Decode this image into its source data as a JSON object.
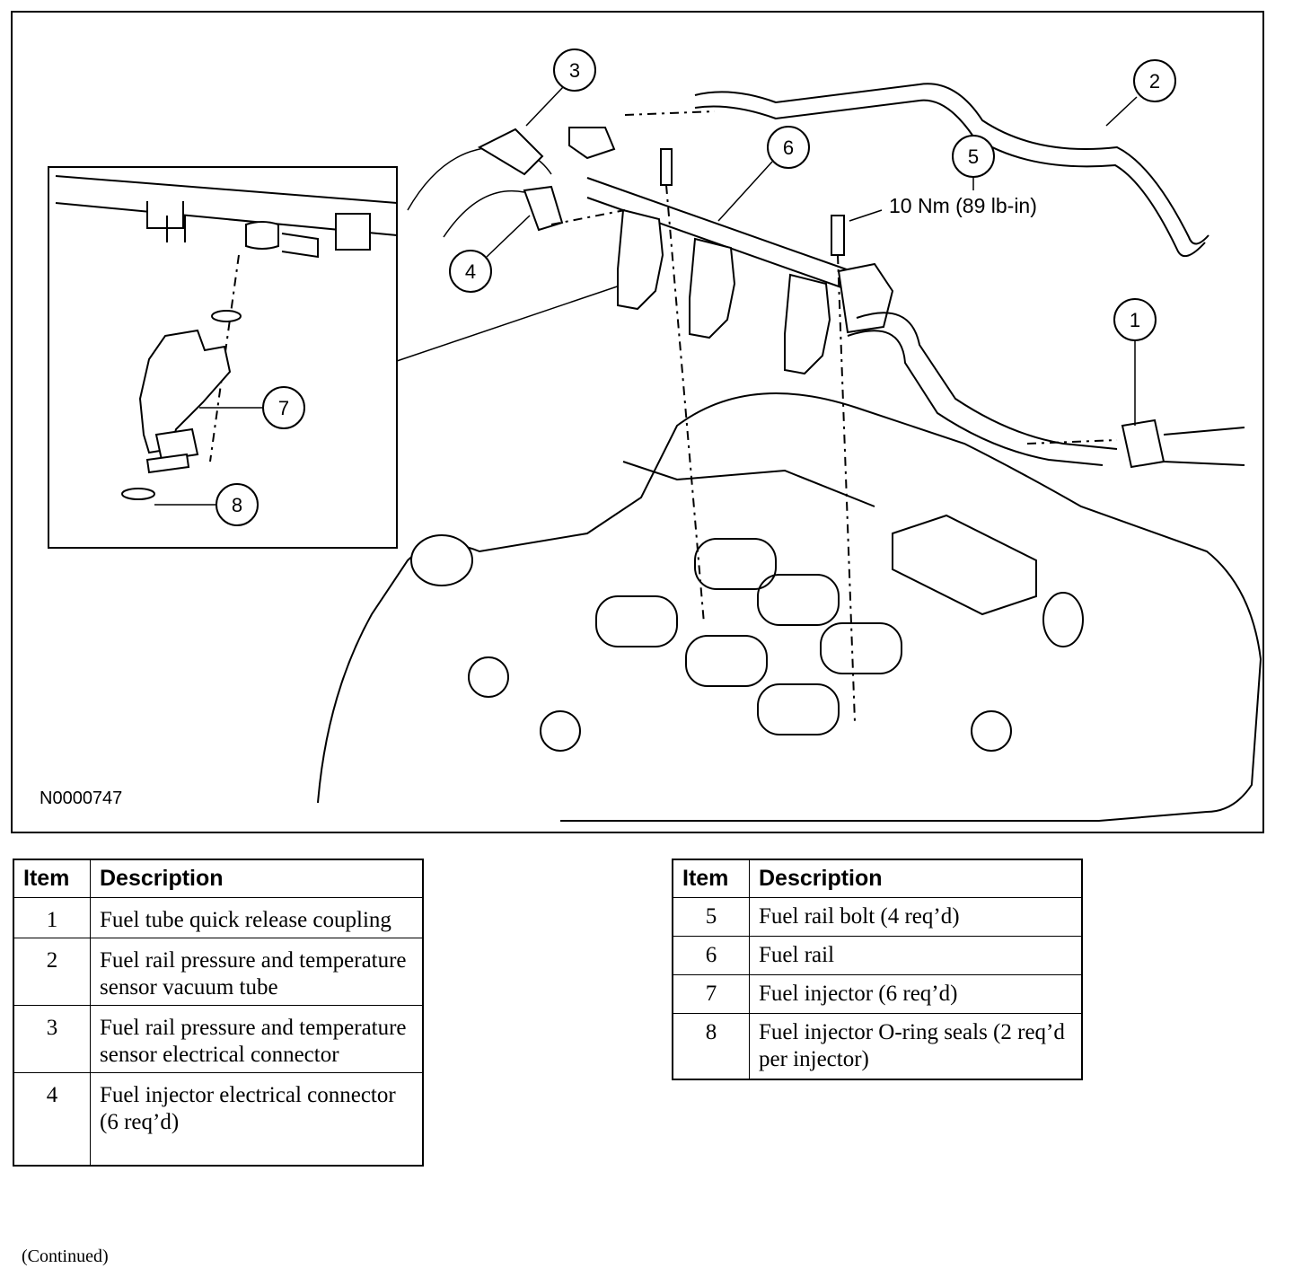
{
  "figure": {
    "id_label": "N0000747",
    "torque_spec": "10 Nm (89 lb-in)",
    "callouts": [
      "1",
      "2",
      "3",
      "4",
      "5",
      "6",
      "7",
      "8"
    ]
  },
  "legend_left": {
    "headers": {
      "item": "Item",
      "description": "Description"
    },
    "rows": [
      {
        "item": "1",
        "description": "Fuel tube quick release coupling"
      },
      {
        "item": "2",
        "description": "Fuel rail pressure and temperature sensor vacuum tube"
      },
      {
        "item": "3",
        "description": "Fuel rail pressure and temperature sensor electrical connector"
      },
      {
        "item": "4",
        "description": "Fuel injector electrical connector (6 req’d)"
      }
    ]
  },
  "legend_right": {
    "headers": {
      "item": "Item",
      "description": "Description"
    },
    "rows": [
      {
        "item": "5",
        "description": "Fuel rail bolt (4 req’d)"
      },
      {
        "item": "6",
        "description": "Fuel rail"
      },
      {
        "item": "7",
        "description": "Fuel injector (6 req’d)"
      },
      {
        "item": "8",
        "description": "Fuel injector O-ring seals (2 req’d per injector)"
      }
    ]
  },
  "footer": {
    "continued": "(Continued)"
  }
}
